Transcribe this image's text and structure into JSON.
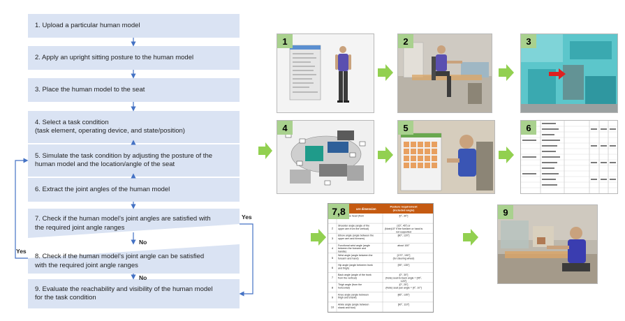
{
  "flowchart": {
    "steps": [
      {
        "num": "1",
        "text": "1. Upload a particular human model"
      },
      {
        "num": "2",
        "text": "2. Apply an upright sitting posture to the human model"
      },
      {
        "num": "3",
        "text": "3. Place the human model to the seat"
      },
      {
        "num": "4",
        "text": "4. Select a task condition\n   (task element, operating device, and state/position)"
      },
      {
        "num": "5",
        "text": "5. Simulate the task condition by adjusting the posture of the\n   human model and the location/angle of the seat"
      },
      {
        "num": "6",
        "text": "6. Extract the joint angles of the human model"
      },
      {
        "num": "7",
        "text": "7. Check if the human model’s joint angles are satisfied with\n   the required joint angle ranges"
      },
      {
        "num": "8",
        "text": "8. Check if the human model’s joint angle can be satisfied\n   with the required joint angle ranges"
      },
      {
        "num": "9",
        "text": "9. Evaluate the reachability and visibility of the human model\n   for the task condition"
      }
    ],
    "labels": {
      "yes_7": "Yes",
      "no_7": "No",
      "yes_8": "Yes",
      "no_8": "No"
    }
  },
  "panels": {
    "p1": "1",
    "p2": "2",
    "p3": "3",
    "p4": "4",
    "p5": "5",
    "p6": "6",
    "p78": "7,8",
    "p9": "9"
  },
  "angle_table": {
    "header_left": "ure dimension",
    "header_right": "Posture requirement\n(included angle)",
    "rows": [
      {
        "n": "",
        "desc": "angle of the head (from",
        "req": "[0°, 30°]"
      },
      {
        "n": "2",
        "desc": "Shoulder angle (angle of the upper arm from the vertical)",
        "req": "[15°, 45°] or\n(Note)15° if the forearm or hand is not supported"
      },
      {
        "n": "3",
        "desc": "Elbow angle (angle between the upper arm and forearm)",
        "req": "[80°, 120°]"
      },
      {
        "n": "4",
        "desc": "Functional wrist angle (angle between the forearm and handle)",
        "req": "about 100°"
      },
      {
        "n": "5",
        "desc": "Wrist angle (angle between the forearm and hand)",
        "req": "[170°, 190°]\n(for steering wheel)"
      },
      {
        "n": "6",
        "desc": "Hip angle (angle between trunk and thigh)",
        "req": "[95°, 135°]"
      },
      {
        "n": "7",
        "desc": "Back angle (angle of the trunk from the vertical)",
        "req": "[0°, 30°]\n(Note) seat-to-back angle = [95°, 120°]"
      },
      {
        "n": "8",
        "desc": "Thigh angle (from the horizontal)",
        "req": "[0°, 25°]\n(Note) seat pan angle = [0°, 10°]"
      },
      {
        "n": "9",
        "desc": "Knee angle (angle between thigh and shank)",
        "req": "[85°, 135°]"
      },
      {
        "n": "10",
        "desc": "Ankle angle (angle between shank and foot)",
        "req": "[90°, 110°]"
      }
    ]
  },
  "colors": {
    "step_fill": "#dae3f3",
    "arrow_blue": "#4472c4",
    "badge_green": "#a9d18e",
    "arrow_green": "#92d050",
    "table_header": "#c55a11"
  }
}
